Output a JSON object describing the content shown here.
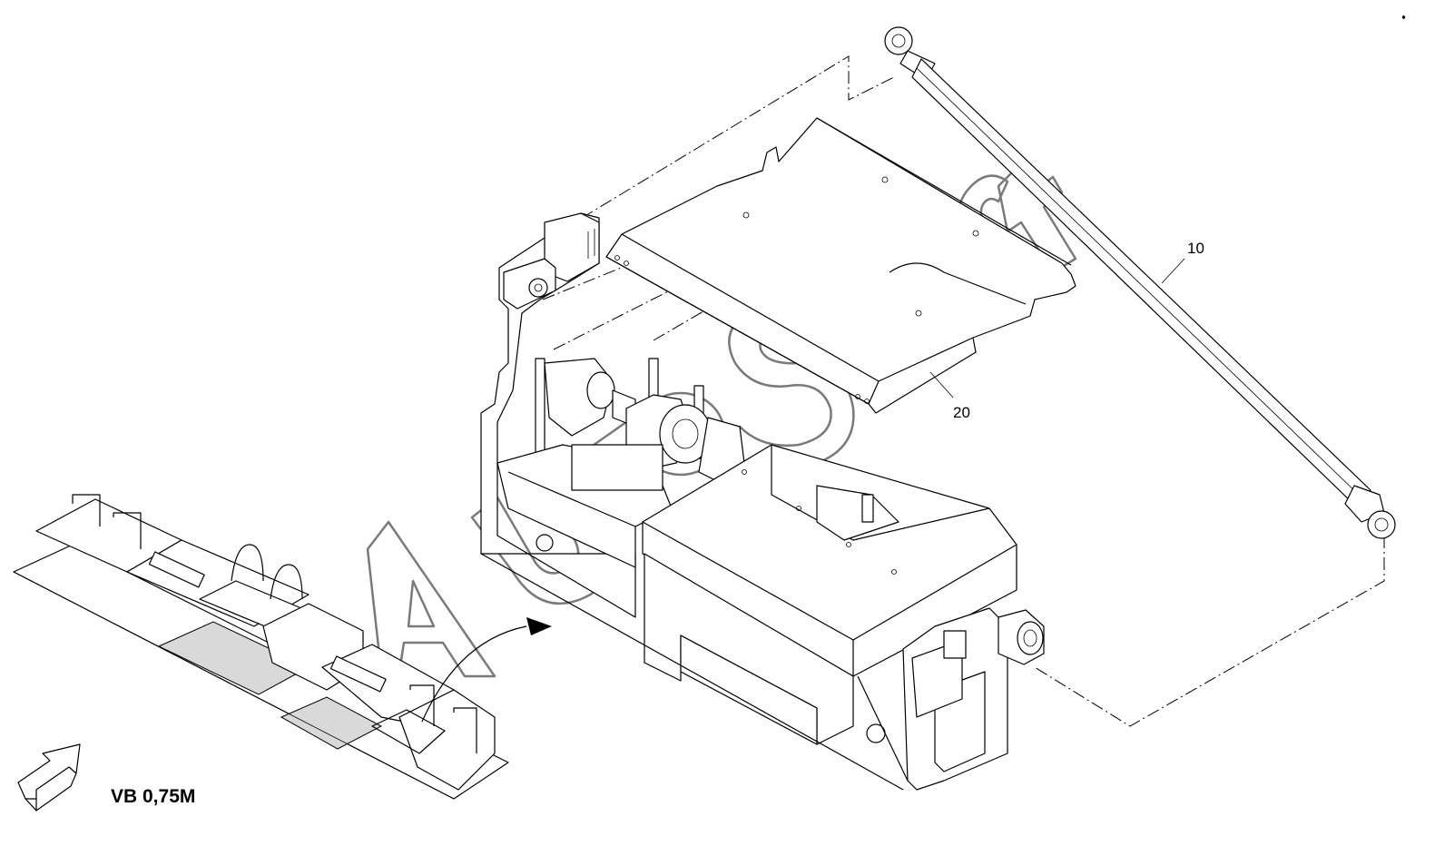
{
  "callouts": [
    {
      "id": "10",
      "text": "10"
    },
    {
      "id": "20",
      "text": "20"
    }
  ],
  "view_label": "VB 0,75M",
  "watermark": {
    "letters": [
      "A",
      "u",
      "t",
      "o",
      "S",
      "o",
      "f",
      "t"
    ]
  },
  "icons": [
    "view-direction-arrow-icon",
    "curved-arrow-icon"
  ],
  "colors": {
    "line": "#000000",
    "watermark": "#7a7a7a",
    "background": "#ffffff"
  }
}
